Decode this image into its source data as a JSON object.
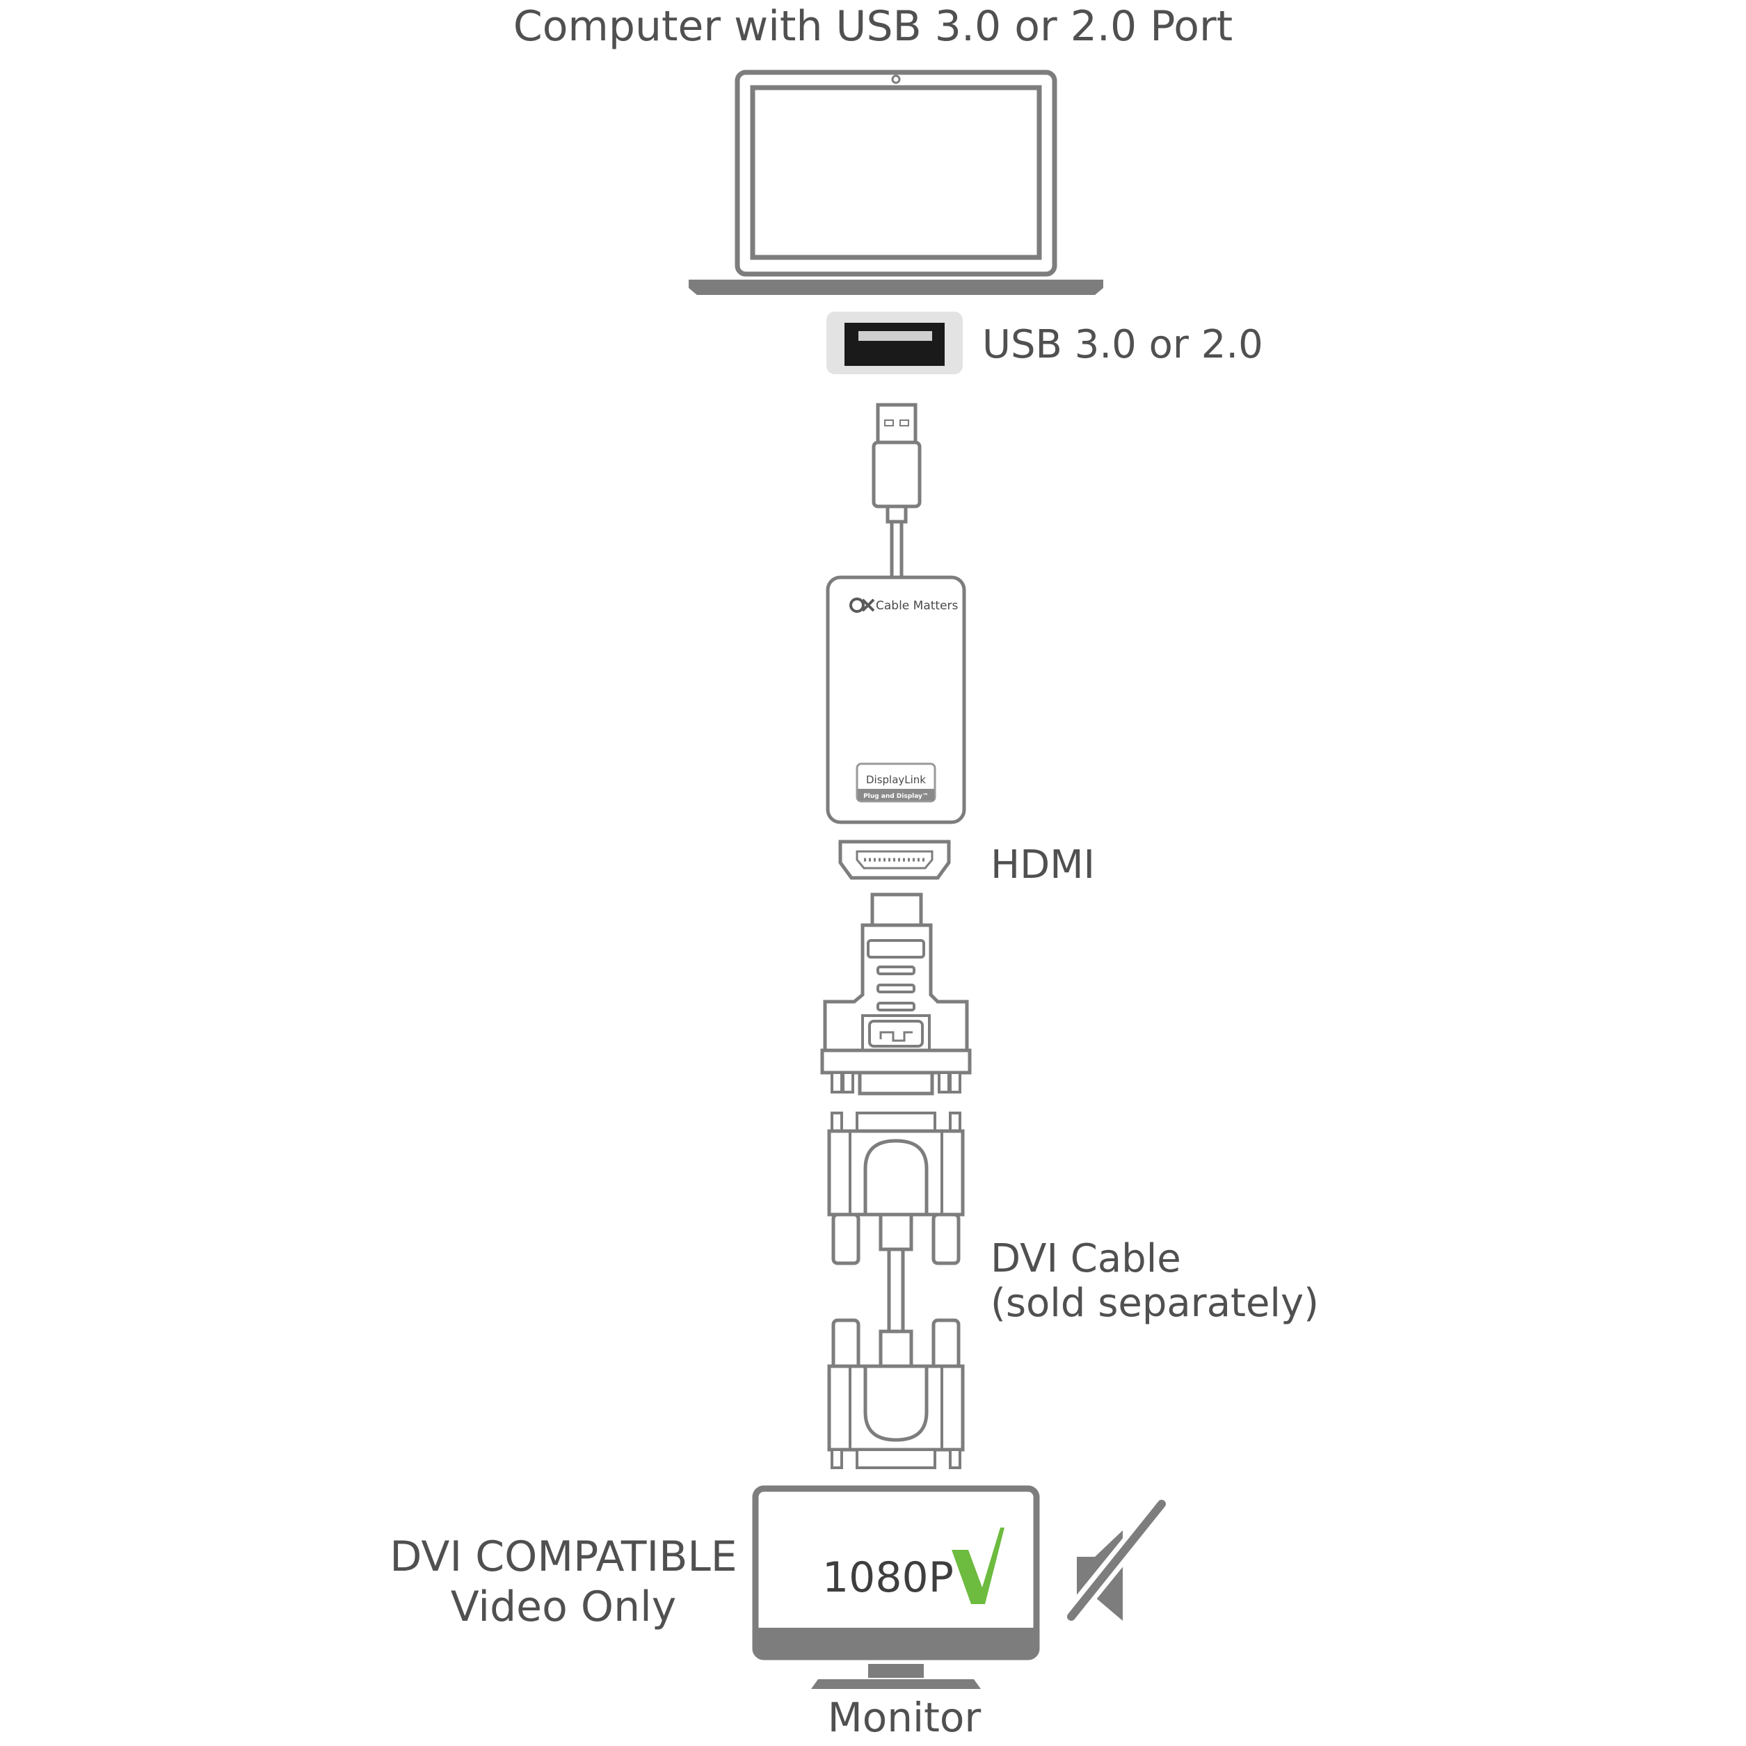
{
  "title": "Computer with USB 3.0 or 2.0 Port",
  "usb_port_label": "USB 3.0 or 2.0",
  "adapter": {
    "brand": "Cable Matters",
    "badge_name": "DisplayLink",
    "badge_tagline": "Plug and Display™"
  },
  "hdmi_label": "HDMI",
  "dvi_cable": {
    "line1": "DVI Cable",
    "line2": "(sold separately)"
  },
  "compatibility": {
    "line1": "DVI COMPATIBLE",
    "line2": "Video Only"
  },
  "monitor": {
    "resolution": "1080P",
    "label": "Monitor"
  },
  "colors": {
    "outline": "#7d7d7d",
    "text": "#505050",
    "check": "#6dbb3f",
    "port_fill": "#e3e3e3"
  },
  "icons": {
    "laptop": "laptop-icon",
    "usb_port": "usb-port-icon",
    "usb_plug": "usb-plug-icon",
    "adapter": "adapter-icon",
    "hdmi_port": "hdmi-port-icon",
    "hdmi_dvi_adapter": "hdmi-to-dvi-adapter-icon",
    "dvi_cable": "dvi-cable-icon",
    "monitor": "monitor-icon",
    "check": "check-icon",
    "audio_muted": "speaker-muted-icon"
  }
}
